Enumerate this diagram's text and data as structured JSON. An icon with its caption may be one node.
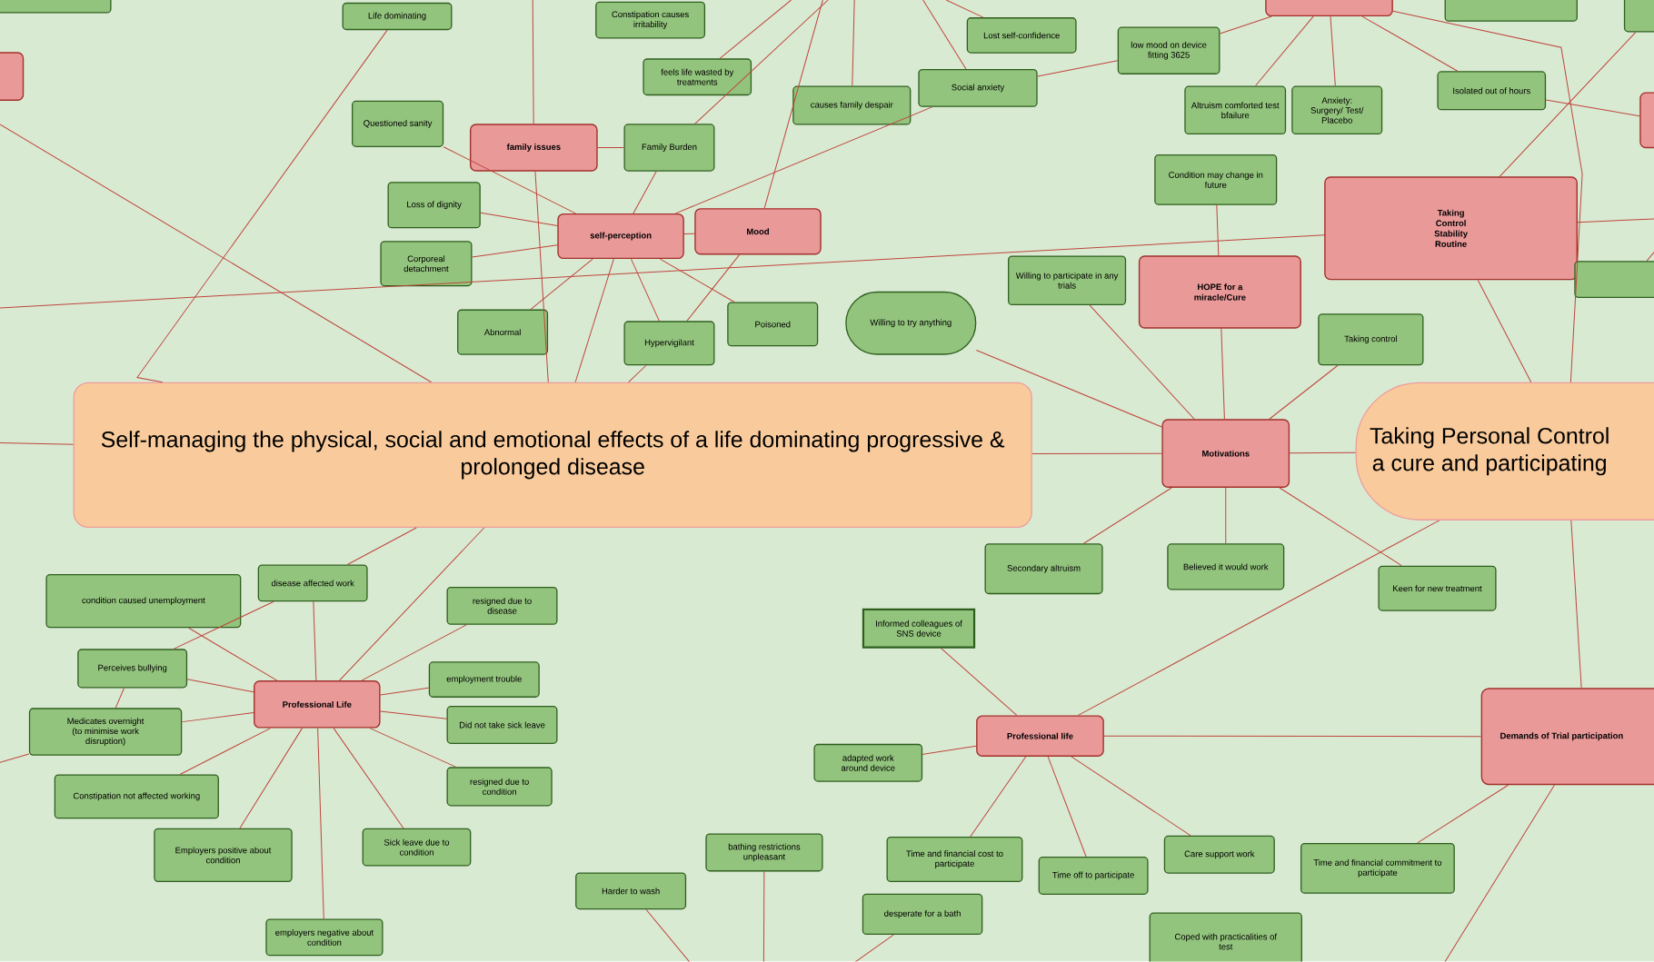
{
  "diagram": {
    "nodes": [
      {
        "text": [
          "Self-managing the physical, social and emotional effects of a life dominating progressive & prolonged disease"
        ]
      },
      {
        "text": [
          "Taking Personal Control a cure and participating"
        ]
      },
      {
        "text": [
          "family issues"
        ]
      },
      {
        "text": [
          "self-perception"
        ]
      },
      {
        "text": [
          "Mood"
        ]
      },
      {
        "text": [
          "HOPE for a miracle/Cure"
        ]
      },
      {
        "text": [
          "Taking Control Stability Routine"
        ]
      },
      {
        "text": [
          "Motivations"
        ]
      },
      {
        "text": [
          "Professional Life"
        ]
      },
      {
        "text": [
          "Professional life"
        ]
      },
      {
        "text": [
          "Demands of Trial participation"
        ]
      },
      {
        "text": [
          "Life dominating"
        ]
      },
      {
        "text": [
          "Constipation causes irritability"
        ]
      },
      {
        "text": [
          "feels life wasted by treatments"
        ]
      },
      {
        "text": [
          "Questioned sanity"
        ]
      },
      {
        "text": [
          "Family Burden"
        ]
      },
      {
        "text": [
          "causes family despair"
        ]
      },
      {
        "text": [
          "Social anxiety"
        ]
      },
      {
        "text": [
          "Lost self-confidence"
        ]
      },
      {
        "text": [
          "low mood on device fitting 3625"
        ]
      },
      {
        "text": [
          "Altruism comforted test bfailure"
        ]
      },
      {
        "text": [
          "Anxiety: Surgery/ Test/ Placebo"
        ]
      },
      {
        "text": [
          "Isolated out of hours"
        ]
      },
      {
        "text": [
          "Loss of dignity"
        ]
      },
      {
        "text": [
          "Corporeal detachment"
        ]
      },
      {
        "text": [
          "Abnormal"
        ]
      },
      {
        "text": [
          "Hypervigilant"
        ]
      },
      {
        "text": [
          "Poisoned"
        ]
      },
      {
        "text": [
          "Willing to try anything"
        ]
      },
      {
        "text": [
          "Willing to participate in any trials"
        ]
      },
      {
        "text": [
          "Condition may change in future"
        ]
      },
      {
        "text": [
          "Taking control"
        ]
      },
      {
        "text": [
          "Secondary altruism"
        ]
      },
      {
        "text": [
          "Believed it would work"
        ]
      },
      {
        "text": [
          "Keen for new treatment"
        ]
      },
      {
        "text": [
          "Informed colleagues of SNS device"
        ]
      },
      {
        "text": [
          "condition caused unemployment"
        ]
      },
      {
        "text": [
          "disease affected work"
        ]
      },
      {
        "text": [
          "resigned due to disease"
        ]
      },
      {
        "text": [
          "Perceives bullying"
        ]
      },
      {
        "text": [
          "employment trouble"
        ]
      },
      {
        "text": [
          "Medicates overnight (to minimise work disruption)"
        ]
      },
      {
        "text": [
          "Did not take sick leave"
        ]
      },
      {
        "text": [
          "resigned due to condition"
        ]
      },
      {
        "text": [
          "Constipation not affected working"
        ]
      },
      {
        "text": [
          "Employers positive about condition"
        ]
      },
      {
        "text": [
          "Sick leave due to condition"
        ]
      },
      {
        "text": [
          "employers negative about condition"
        ]
      },
      {
        "text": [
          "adapted work around device"
        ]
      },
      {
        "text": [
          "bathing restrictions unpleasant"
        ]
      },
      {
        "text": [
          "Harder to wash"
        ]
      },
      {
        "text": [
          "Time and financial cost to participate"
        ]
      },
      {
        "text": [
          "desperate for a bath"
        ]
      },
      {
        "text": [
          "Time off to participate"
        ]
      },
      {
        "text": [
          "Care support work"
        ]
      },
      {
        "text": [
          "Time and financial commitment to participate"
        ]
      },
      {
        "text": [
          "Coped with practicalities of test"
        ]
      },
      {
        "text": [],
        "shape": "box"
      },
      {
        "text": [],
        "shape": "box"
      },
      {
        "text": [],
        "shape": "box"
      },
      {
        "text": [],
        "shape": "box"
      },
      {
        "text": [],
        "shape": "box"
      },
      {
        "text": [],
        "shape": "box"
      },
      {
        "text": [],
        "shape": "box"
      }
    ],
    "edges": [
      {
        "from": 2,
        "to": 15,
        "arrow": "none"
      },
      {
        "from": 2,
        "to": null,
        "arrow": "none"
      },
      {
        "from": 2,
        "to": 0,
        "arrow": "none"
      },
      {
        "from": 14,
        "to": 3,
        "arrow": "none"
      },
      {
        "from": 23,
        "to": 3,
        "arrow": "none"
      },
      {
        "from": 24,
        "to": 3,
        "arrow": "none"
      },
      {
        "from": 25,
        "to": 3,
        "arrow": "none"
      },
      {
        "from": 26,
        "to": 3,
        "arrow": "none"
      },
      {
        "from": 27,
        "to": 3,
        "arrow": "none"
      },
      {
        "from": 15,
        "to": 3,
        "arrow": "none"
      },
      {
        "from": 17,
        "to": 3,
        "arrow": "none"
      },
      {
        "from": 3,
        "to": 0,
        "arrow": "none"
      },
      {
        "from": 4,
        "to": 3,
        "arrow": "none"
      },
      {
        "from": 4,
        "to": 26,
        "arrow": "none"
      },
      {
        "from": 4,
        "to": null,
        "arrow": "none"
      },
      {
        "from": 26,
        "to": 0,
        "arrow": "none"
      },
      {
        "from": 15,
        "to": null,
        "arrow": "none"
      },
      {
        "from": 13,
        "to": null,
        "arrow": "none"
      },
      {
        "from": 16,
        "to": null,
        "arrow": "none"
      },
      {
        "from": 18,
        "to": null,
        "arrow": "none"
      },
      {
        "from": 17,
        "to": null,
        "arrow": "none"
      },
      {
        "from": 17,
        "to": 19,
        "arrow": "none"
      },
      {
        "from": 19,
        "to": 59,
        "arrow": "none"
      },
      {
        "from": 20,
        "to": 59,
        "arrow": "none"
      },
      {
        "from": 21,
        "to": 59,
        "arrow": "none"
      },
      {
        "from": 22,
        "to": 59,
        "arrow": "none"
      },
      {
        "from": 59,
        "to": 1,
        "arrow": "none"
      },
      {
        "from": 22,
        "to": 62,
        "arrow": "none"
      },
      {
        "from": 6,
        "to": 61,
        "arrow": "none"
      },
      {
        "from": 6,
        "to": null,
        "arrow": "none"
      },
      {
        "from": 6,
        "to": null,
        "arrow": "none"
      },
      {
        "from": 6,
        "to": 1,
        "arrow": "none"
      },
      {
        "from": 63,
        "to": null,
        "arrow": "none"
      },
      {
        "from": 30,
        "to": 5,
        "arrow": "none"
      },
      {
        "from": 5,
        "to": 7,
        "arrow": "none"
      },
      {
        "from": 29,
        "to": 7,
        "arrow": "none"
      },
      {
        "from": 28,
        "to": 7,
        "arrow": "none"
      },
      {
        "from": 31,
        "to": 7,
        "arrow": "none"
      },
      {
        "from": 7,
        "to": 0,
        "arrow": "none"
      },
      {
        "from": 7,
        "to": 1,
        "arrow": "none"
      },
      {
        "from": 7,
        "to": 32,
        "arrow": "none"
      },
      {
        "from": 7,
        "to": 33,
        "arrow": "none"
      },
      {
        "from": 7,
        "to": 34,
        "arrow": "none"
      },
      {
        "from": 1,
        "to": 9,
        "arrow": "none"
      },
      {
        "from": 1,
        "to": 10,
        "arrow": "none"
      },
      {
        "from": 9,
        "to": 10,
        "arrow": "none"
      },
      {
        "from": 9,
        "to": 35,
        "arrow": "none"
      },
      {
        "from": 9,
        "to": 48,
        "arrow": "none"
      },
      {
        "from": 9,
        "to": 51,
        "arrow": "none"
      },
      {
        "from": 9,
        "to": 53,
        "arrow": "none"
      },
      {
        "from": 9,
        "to": 54,
        "arrow": "none"
      },
      {
        "from": 10,
        "to": 55,
        "arrow": "none"
      },
      {
        "from": 10,
        "to": null,
        "arrow": "none"
      },
      {
        "from": 0,
        "to": 37,
        "arrow": "none"
      },
      {
        "from": 0,
        "to": 8,
        "arrow": "none"
      },
      {
        "from": 37,
        "to": 39,
        "arrow": "none"
      },
      {
        "from": 37,
        "to": 8,
        "arrow": "none"
      },
      {
        "from": 36,
        "to": 8,
        "arrow": "none"
      },
      {
        "from": 39,
        "to": 8,
        "arrow": "none"
      },
      {
        "from": 39,
        "to": 41,
        "arrow": "none"
      },
      {
        "from": 41,
        "to": 8,
        "arrow": "none"
      },
      {
        "from": 41,
        "to": null,
        "arrow": "none"
      },
      {
        "from": 38,
        "to": 8,
        "arrow": "none"
      },
      {
        "from": 40,
        "to": 8,
        "arrow": "none"
      },
      {
        "from": 42,
        "to": 8,
        "arrow": "none"
      },
      {
        "from": 43,
        "to": 8,
        "arrow": "none"
      },
      {
        "from": 44,
        "to": 8,
        "arrow": "none"
      },
      {
        "from": 45,
        "to": 8,
        "arrow": "none"
      },
      {
        "from": 46,
        "to": 8,
        "arrow": "none"
      },
      {
        "from": 47,
        "to": 8,
        "arrow": "none"
      },
      {
        "from": 50,
        "to": null,
        "arrow": "none"
      },
      {
        "from": 49,
        "to": null,
        "arrow": "none"
      },
      {
        "from": 52,
        "to": null,
        "arrow": "none"
      },
      {
        "from": 11,
        "to": 0,
        "arrow": "none"
      },
      {
        "from": 0,
        "to": null,
        "arrow": "none"
      },
      {
        "from": 0,
        "to": null,
        "arrow": "none"
      }
    ]
  }
}
